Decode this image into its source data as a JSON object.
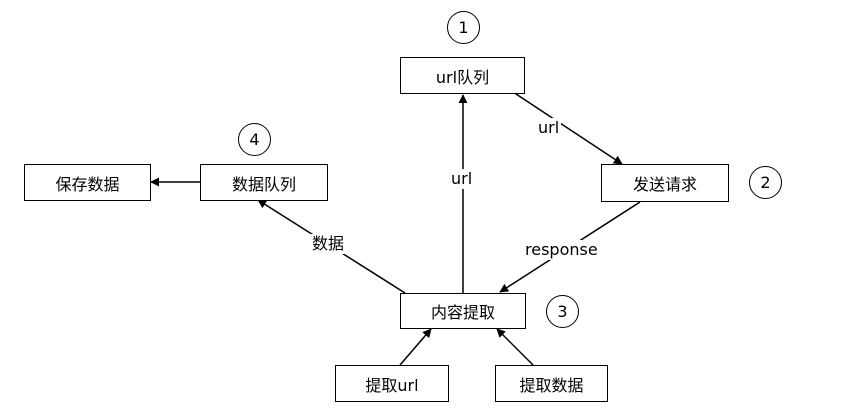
{
  "nodes": {
    "url_queue": "url队列",
    "send_request": "发送请求",
    "content_extract": "内容提取",
    "data_queue": "数据队列",
    "save_data": "保存数据",
    "extract_url": "提取url",
    "extract_data": "提取数据"
  },
  "badges": {
    "one": "1",
    "two": "2",
    "three": "3",
    "four": "4"
  },
  "edges": {
    "queue_to_request": "url",
    "extract_to_queue": "url",
    "request_to_extract": "response",
    "extract_to_dataqueue": "数据"
  }
}
